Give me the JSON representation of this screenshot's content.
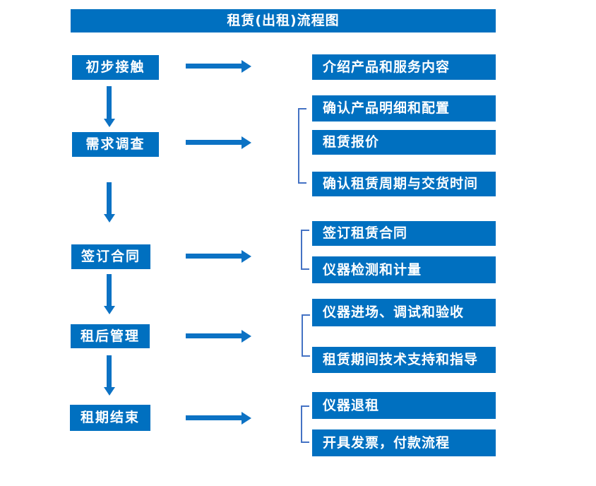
{
  "title": "租赁(出租)流程图",
  "colors": {
    "box_blue": "#0070C0",
    "arrow_blue": "#0C72C4",
    "bracket_blue": "#4472C4",
    "text_white": "#FFFFFF",
    "background": "#FFFFFF"
  },
  "stages": [
    {
      "label": "初步接触",
      "outputs": [
        "介绍产品和服务内容"
      ]
    },
    {
      "label": "需求调查",
      "outputs": [
        "确认产品明细和配置",
        "租赁报价",
        "确认租赁周期与交货时间"
      ]
    },
    {
      "label": "签订合同",
      "outputs": [
        "签订租赁合同",
        "仪器检测和计量"
      ]
    },
    {
      "label": "租后管理",
      "outputs": [
        "仪器进场、调试和验收",
        "租赁期间技术支持和指导"
      ]
    },
    {
      "label": "租期结束",
      "outputs": [
        "仪器退租",
        "开具发票，付款流程"
      ]
    }
  ]
}
